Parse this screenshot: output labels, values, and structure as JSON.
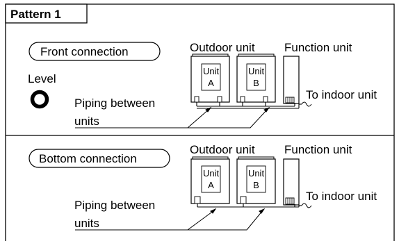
{
  "pattern_title": "Pattern 1",
  "level_label": "Level",
  "front": {
    "connection_label": "Front connection",
    "outdoor_unit_label": "Outdoor unit",
    "function_unit_label": "Function unit",
    "unit_a": {
      "name": "Unit",
      "letter": "A"
    },
    "unit_b": {
      "name": "Unit",
      "letter": "B"
    },
    "piping_line1": "Piping between",
    "piping_line2": "units",
    "to_indoor_label": "To indoor unit"
  },
  "bottom": {
    "connection_label": "Bottom connection",
    "outdoor_unit_label": "Outdoor unit",
    "function_unit_label": "Function unit",
    "unit_a": {
      "name": "Unit",
      "letter": "A"
    },
    "unit_b": {
      "name": "Unit",
      "letter": "B"
    },
    "piping_line1": "Piping between",
    "piping_line2": "units",
    "to_indoor_label": "To indoor unit"
  }
}
